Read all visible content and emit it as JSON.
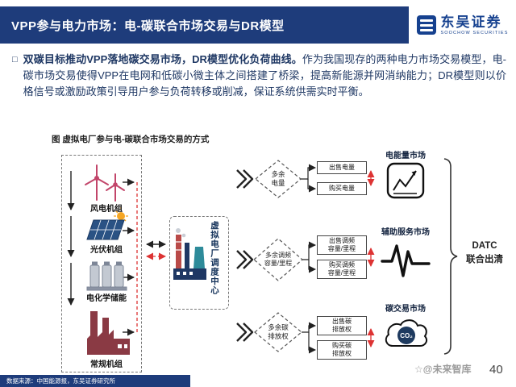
{
  "header": {
    "title": "VPP参与电力市场：电-碳联合市场交易与DR模型",
    "logo": {
      "cn": "东吴证券",
      "en": "SOOCHOW SECURITIES"
    }
  },
  "body": {
    "bullet_icon": "□",
    "bullet_lead": "双碳目标推动VPP落地碳交易市场，DR模型优化负荷曲线。",
    "bullet_rest": "作为我国现存的两种电力市场交易模型，电-碳市场交易使得VPP在电网和低碳小微主体之间搭建了桥梁，提高新能源并网消纳能力；DR模型则以价格信号或激励政策引导用户参与负荷转移或削减，保证系统供需实时平衡。",
    "figure_caption": "图 虚拟电厂参与电-碳联合市场交易的方式"
  },
  "diagram": {
    "sources": {
      "wind": "风电机组",
      "solar": "光伏机组",
      "storage": "电化学储能",
      "thermal": "常规机组"
    },
    "center": "虚拟电厂调度中心",
    "rows": [
      {
        "diamond": "多余\n电量",
        "sell": "出售电量",
        "buy": "购买电量",
        "market": "电能量市场"
      },
      {
        "diamond": "多余调频\n容量/里程",
        "sell": "出售调频\n容量/里程",
        "buy": "购买调频\n容量/里程",
        "market": "辅助服务市场"
      },
      {
        "diamond": "多余碳\n排放权",
        "sell": "出售碳\n排放权",
        "buy": "购买碳\n排放权",
        "market": "碳交易市场"
      }
    ],
    "clearing": "DATC\n联合出清",
    "co2": "CO₂"
  },
  "footer": {
    "source": "数据来源：中国能源报，东吴证券研究所",
    "page": "40",
    "watermark": "☆@未来智库"
  }
}
